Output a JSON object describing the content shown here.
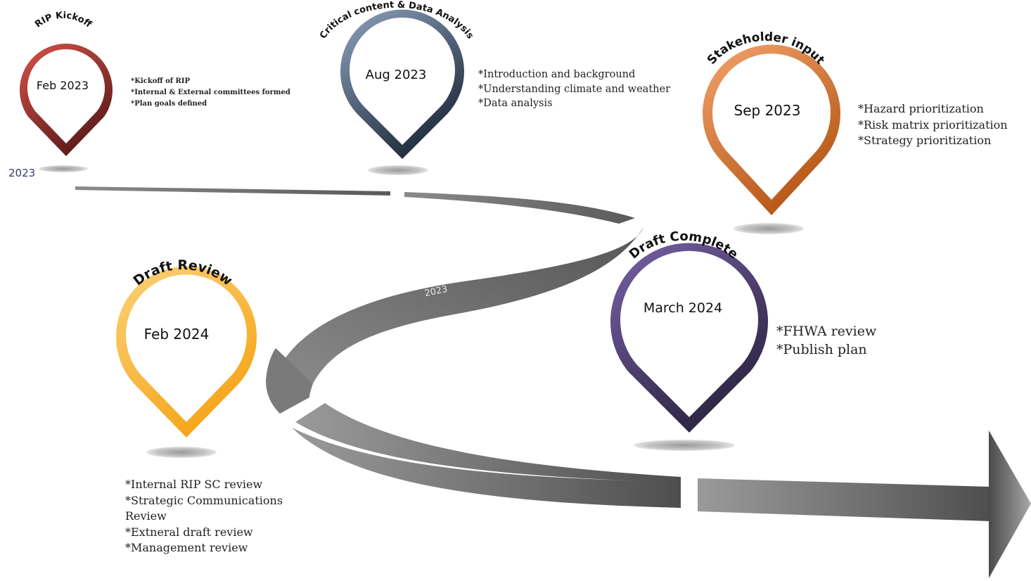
{
  "timeline": {
    "start_year": "2023",
    "road_year": "2023"
  },
  "milestones": [
    {
      "title": "RIP Kickoff",
      "date": "Feb 2023",
      "color_light": "#d9534a",
      "color_dark": "#5a1a1a",
      "notes": [
        "Kickoff of RIP",
        "Internal & External committees formed",
        "Plan goals defined"
      ]
    },
    {
      "title": "Critical content & Data Analysis",
      "date": "Aug 2023",
      "color_light": "#8fa3c0",
      "color_dark": "#1e2a3a",
      "notes": [
        "Introduction and background",
        "Understanding climate and weather",
        "Data analysis"
      ]
    },
    {
      "title": "Stakeholder input",
      "date": "Sep 2023",
      "color_light": "#f4a46e",
      "color_dark": "#b45514",
      "notes": [
        "Hazard prioritization",
        "Risk matrix prioritization",
        "Strategy prioritization"
      ]
    },
    {
      "title": "Draft Review",
      "date": "Feb 2024",
      "color_light": "#fcd27a",
      "color_dark": "#f5a416",
      "notes": [
        "Internal RIP SC review",
        "Strategic Communications Review",
        "Extneral draft review",
        "Management review"
      ]
    },
    {
      "title": "Draft Complete",
      "date": "March 2024",
      "color_light": "#7a62a8",
      "color_dark": "#2a2440",
      "notes": [
        "FHWA review",
        "Publish plan"
      ]
    }
  ]
}
